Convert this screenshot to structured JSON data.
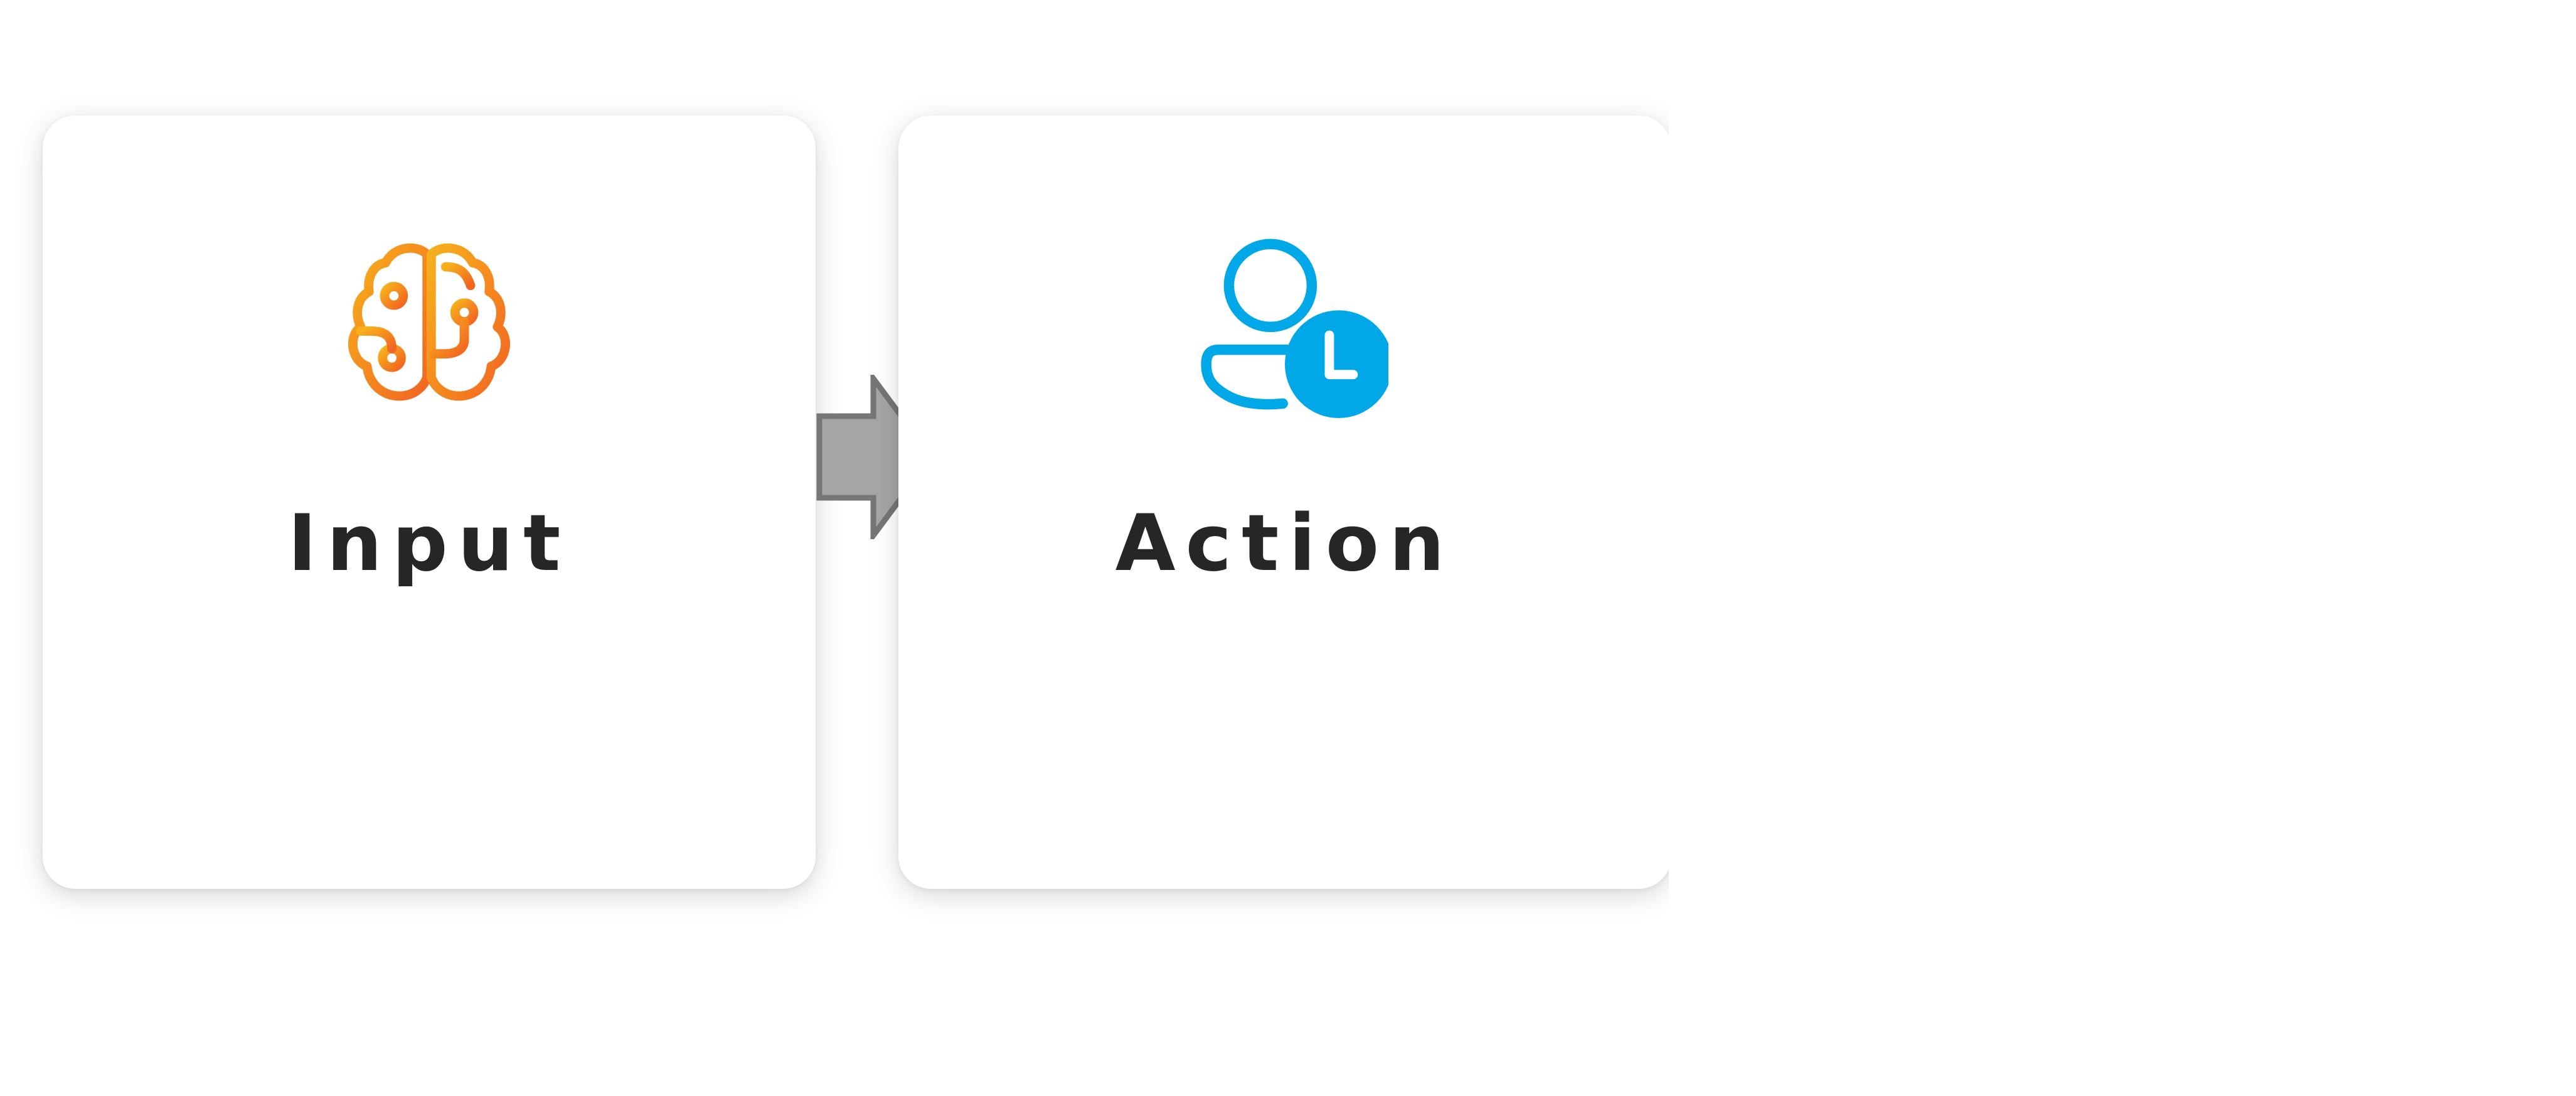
{
  "diagram": {
    "nodes": [
      {
        "id": "input",
        "label": "Input",
        "icon": "brain-icon",
        "icon_colors": [
          "#f7a21b",
          "#f26522"
        ]
      },
      {
        "id": "action",
        "label": "Action",
        "icon": "person-clock-icon",
        "icon_color": "#00a8e8"
      }
    ],
    "edges": [
      {
        "from": "input",
        "to": "action",
        "arrow_fill": "#a6a6a6",
        "arrow_stroke": "#767676"
      }
    ]
  }
}
